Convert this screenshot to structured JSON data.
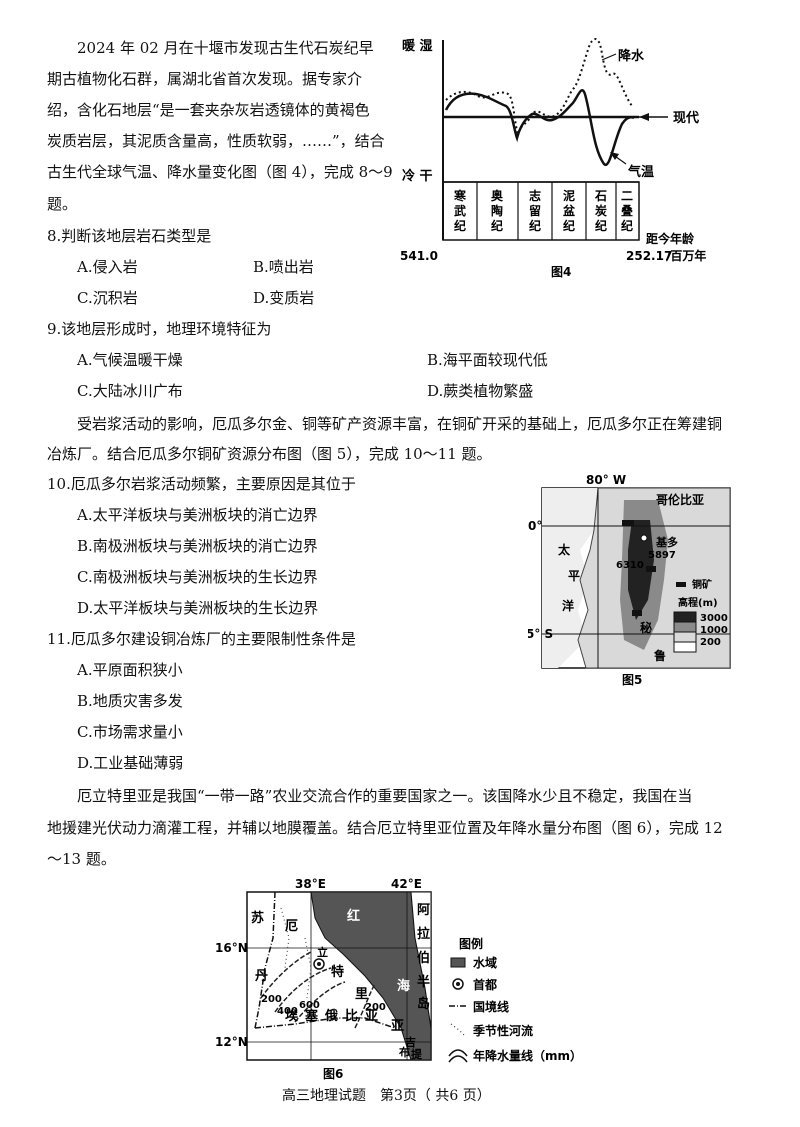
{
  "passage1": {
    "lines": [
      "2024 年 02 月在十堰市发现古生代石炭纪早",
      "期古植物化石群，属湖北省首次发现。据专家介",
      "绍，含化石地层“是一套夹杂灰岩透镜体的黄褐色",
      "炭质岩层，其泥质含量高，性质软弱，……”，结合",
      "古生代全球气温、降水量变化图（图 4），完成 8～9",
      "题。"
    ]
  },
  "q8": {
    "stem": "8.判断该地层岩石类型是",
    "A": "A.侵入岩",
    "B": "B.喷出岩",
    "C": "C.沉积岩",
    "D": "D.变质岩"
  },
  "q9": {
    "stem": "9.该地层形成时，地理环境特征为",
    "A": "A.气候温暖干燥",
    "B": "B.海平面较现代低",
    "C": "C.大陆冰川广布",
    "D": "D.蕨类植物繁盛"
  },
  "passage2": {
    "lines": [
      "受岩浆活动的影响，厄瓜多尔金、铜等矿产资源丰富，在铜矿开采的基础上，厄瓜多尔正在筹建铜",
      "冶炼厂。结合厄瓜多尔铜矿资源分布图（图 5），完成 10～11 题。"
    ]
  },
  "q10": {
    "stem": "10.厄瓜多尔岩浆活动频繁，主要原因是其位于",
    "A": "A.太平洋板块与美洲板块的消亡边界",
    "B": "B.南极洲板块与美洲板块的消亡边界",
    "C": "C.南极洲板块与美洲板块的生长边界",
    "D": "D.太平洋板块与美洲板块的生长边界"
  },
  "q11": {
    "stem": "11.厄瓜多尔建设铜冶炼厂的主要限制性条件是",
    "A": "A.平原面积狭小",
    "B": "B.地质灾害多发",
    "C": "C.市场需求量小",
    "D": "D.工业基础薄弱"
  },
  "passage3": {
    "lines": [
      "厄立特里亚是我国“一带一路”农业交流合作的重要国家之一。该国降水少且不稳定，我国在当",
      "地援建光伏动力滴灌工程，并辅以地膜覆盖。结合厄立特里亚位置及年降水量分布图（图 6），完成 12",
      "～13 题。"
    ]
  },
  "fig4": {
    "caption": "图4",
    "top_left": "暖 湿",
    "bottom_left": "冷 干",
    "label_precip": "降水",
    "label_temp": "气温",
    "label_modern": "现代",
    "periods": [
      "寒武纪",
      "奥陶纪",
      "志留纪",
      "泥盆纪",
      "石炭纪",
      "二叠纪"
    ],
    "start_age": "541.0",
    "end_age": "252.17",
    "axis_unit_1": "距今年龄",
    "axis_unit_2": "/百万年"
  },
  "fig5": {
    "caption": "图5",
    "lon_label": "80° W",
    "lat_0": "0°",
    "lat_5s": "5° S",
    "country_colombia": "哥伦比亚",
    "country_peru_1": "秘",
    "country_peru_2": "鲁",
    "ocean_1": "太",
    "ocean_2": "平",
    "ocean_3": "洋",
    "city": "基多",
    "peak_1": "6310",
    "peak_2": "5897",
    "legend_copper": "铜矿",
    "legend_elev_title": "高程(m)",
    "legend_elev": [
      "3000",
      "1000",
      "200"
    ]
  },
  "fig6": {
    "caption": "图6",
    "lon_38": "38°E",
    "lon_42": "42°E",
    "lat_16": "16°N",
    "lat_12": "12°N",
    "map_labels": [
      "苏",
      "丹",
      "厄",
      "立",
      "特",
      "里",
      "亚",
      "红",
      "海",
      "阿",
      "拉",
      "伯",
      "半",
      "岛",
      "埃",
      "塞",
      "俄",
      "比",
      "亚",
      "吉",
      "布",
      "提"
    ],
    "isohyets": [
      "200",
      "400",
      "600",
      "200"
    ],
    "legend_title": "图例",
    "legend": [
      "水域",
      "首都",
      "国境线",
      "季节性河流",
      "年降水量线（mm）"
    ]
  },
  "footer": "高三地理试题　第3页（ 共6 页）"
}
